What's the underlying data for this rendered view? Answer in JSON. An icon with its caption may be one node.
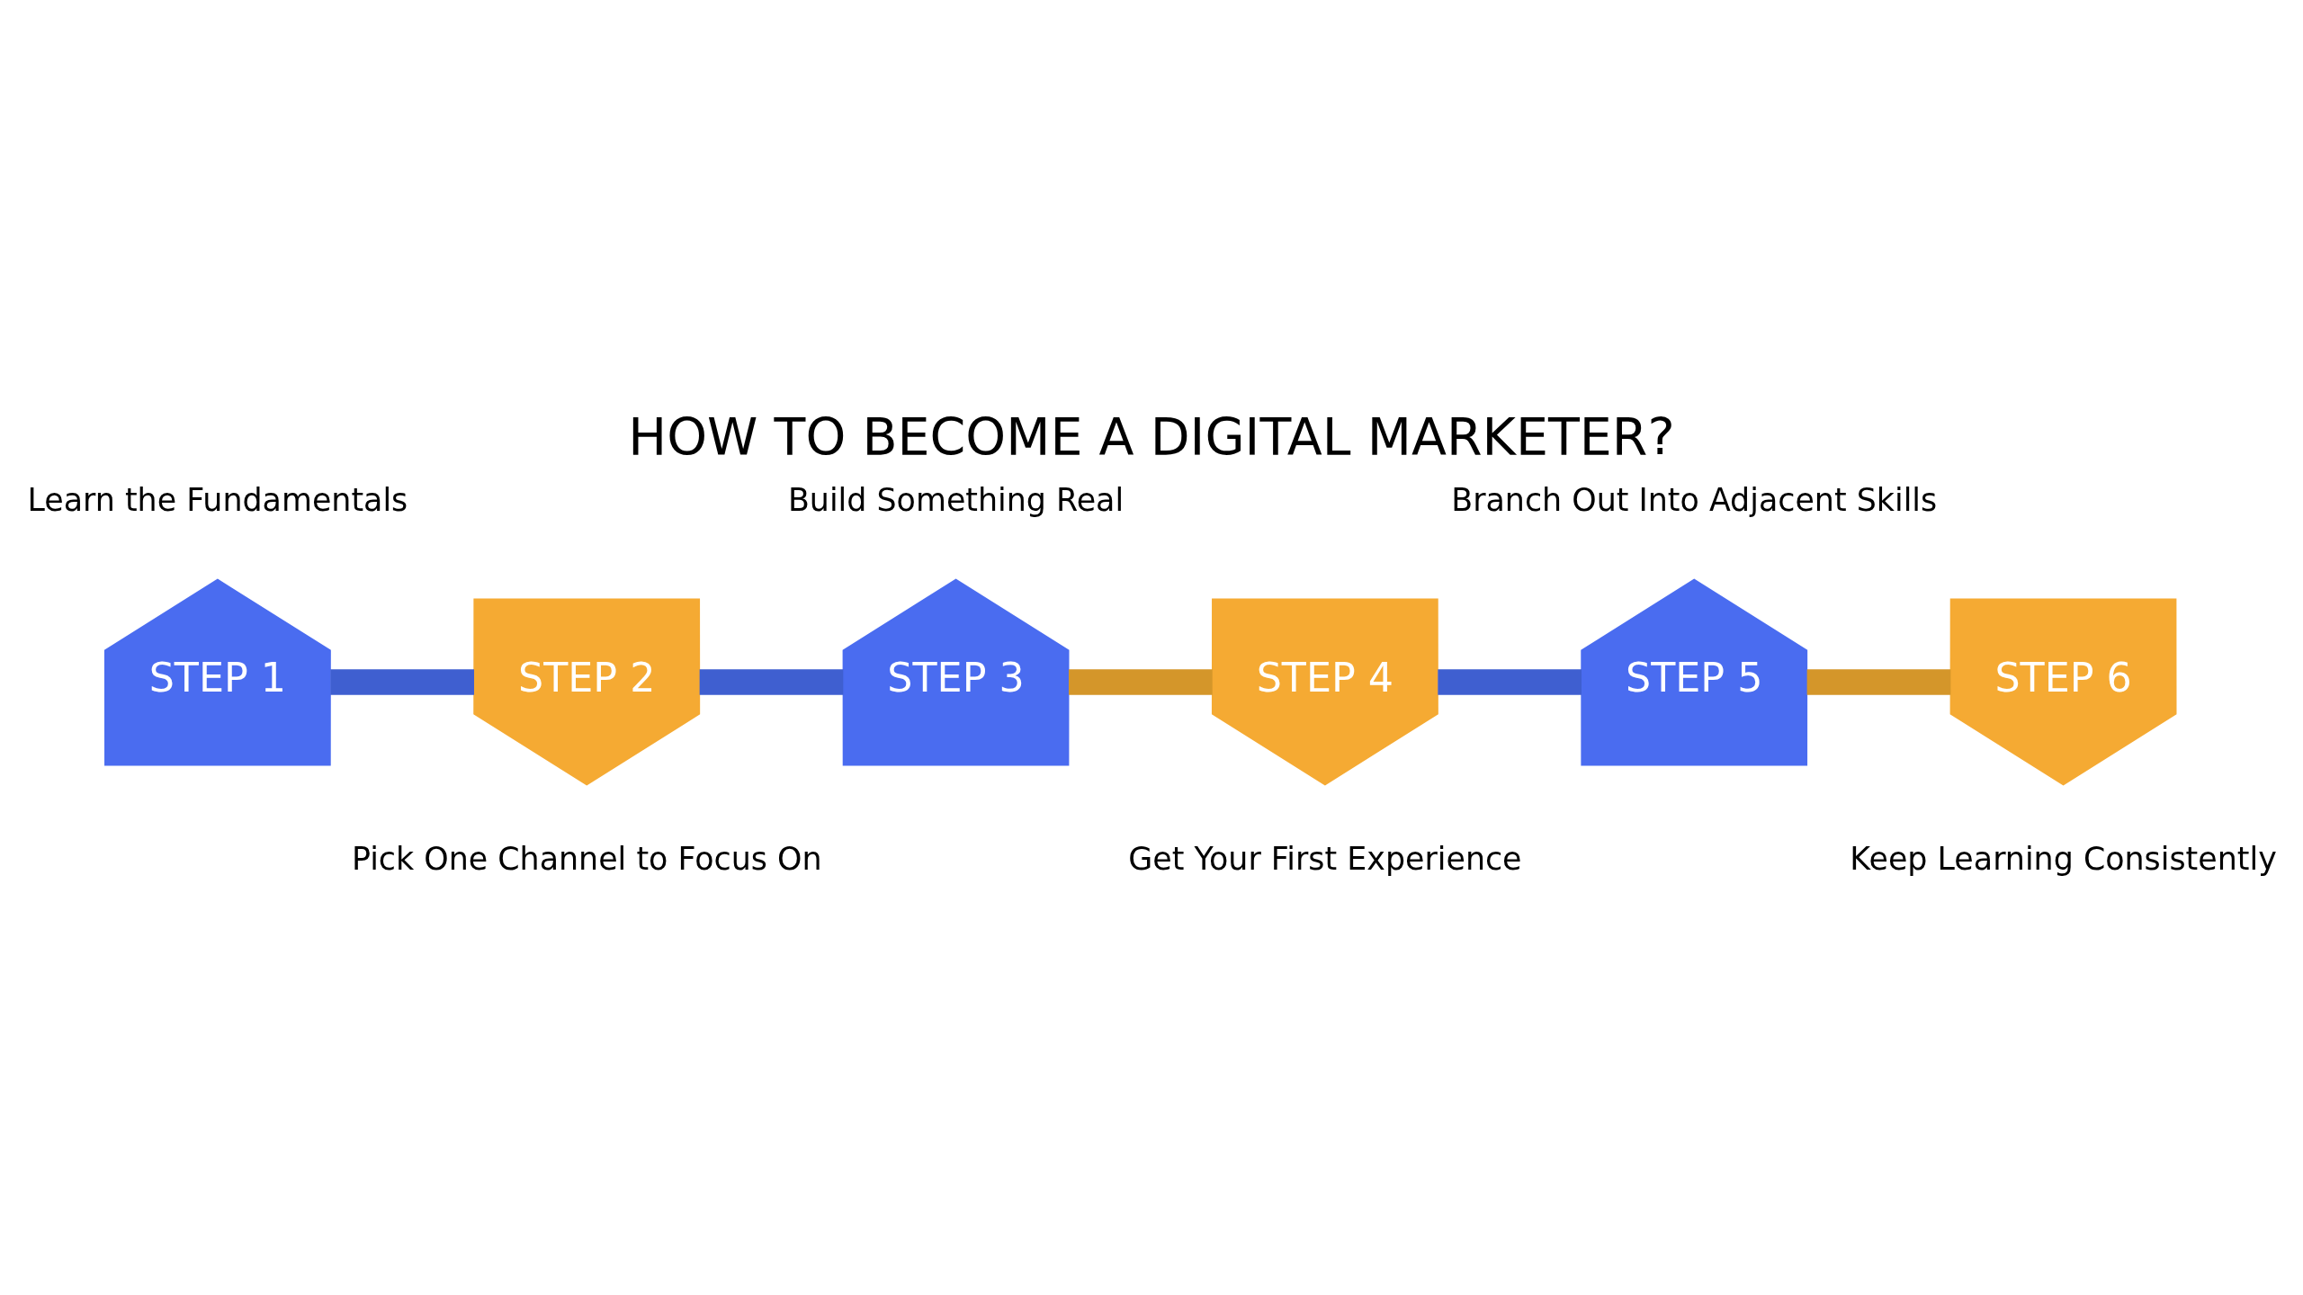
{
  "diagram": {
    "title": "HOW TO BECOME A DIGITAL MARKETER?",
    "nodes": [
      {
        "text": [
          "STEP 1"
        ],
        "beside": [
          "Learn the Fundamentals"
        ]
      },
      {
        "text": [
          "STEP 2"
        ],
        "beside": [
          "Pick One Channel to Focus On"
        ]
      },
      {
        "text": [
          "STEP 3"
        ],
        "beside": [
          "Build Something Real"
        ]
      },
      {
        "text": [
          "STEP 4"
        ],
        "beside": [
          "Get Your First Experience"
        ]
      },
      {
        "text": [
          "STEP 5"
        ],
        "beside": [
          "Branch Out Into Adjacent Skills"
        ]
      },
      {
        "text": [
          "STEP 6"
        ],
        "beside": [
          "Keep Learning Consistently"
        ]
      }
    ],
    "edges": [
      {
        "from": 0,
        "to": 1,
        "arrow": "none"
      },
      {
        "from": 1,
        "to": 2,
        "arrow": "none"
      },
      {
        "from": 2,
        "to": 3,
        "arrow": "none",
        "color": "#d4962a"
      },
      {
        "from": 3,
        "to": 4,
        "arrow": "none"
      },
      {
        "from": 4,
        "to": 5,
        "arrow": "none",
        "color": "#d4962a"
      }
    ]
  }
}
